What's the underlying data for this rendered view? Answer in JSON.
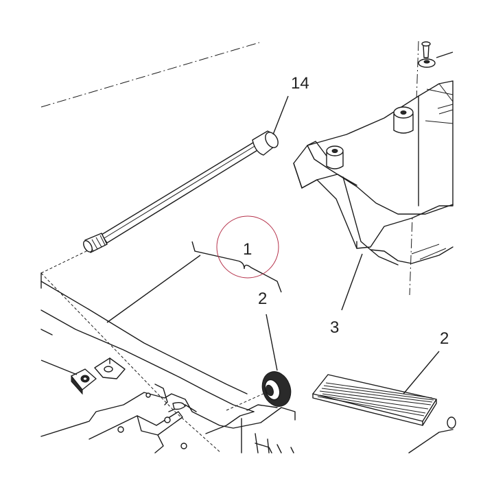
{
  "diagram": {
    "callouts": {
      "c1": "1",
      "c2_left": "2",
      "c2_right": "2",
      "c3": "3",
      "c14": "14"
    },
    "highlight_color": "#b5314a",
    "line_color": "#1a1a1a"
  }
}
